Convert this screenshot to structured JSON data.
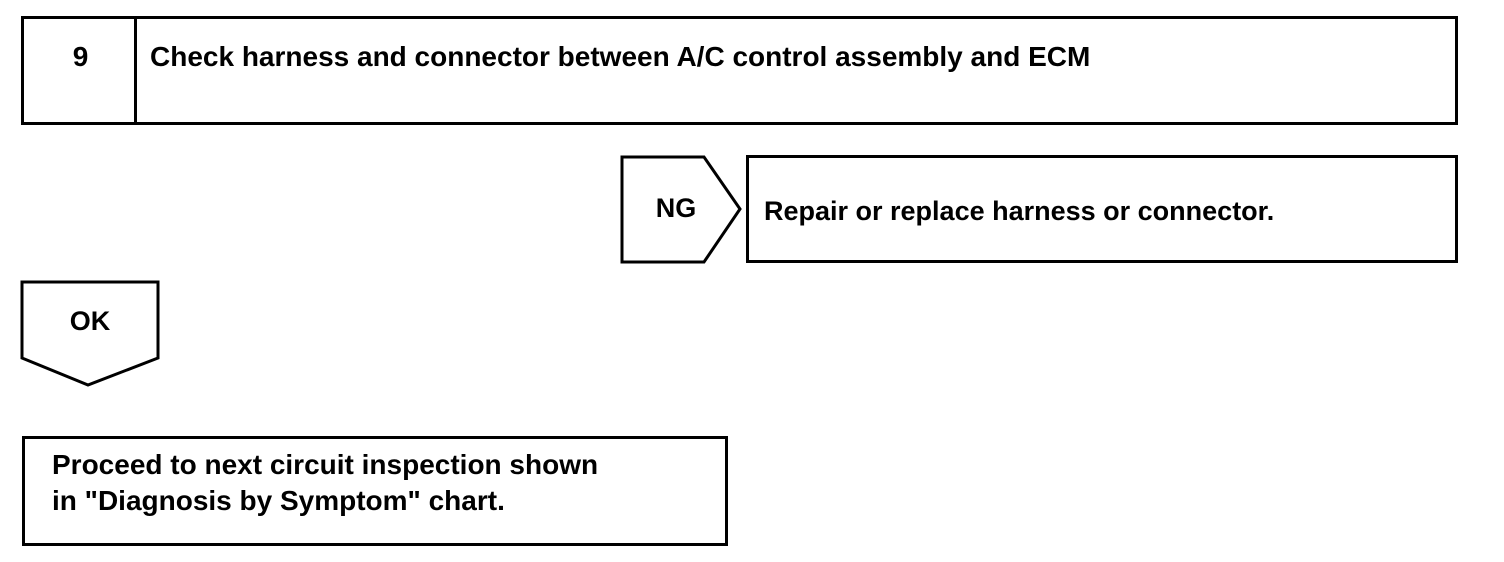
{
  "step": {
    "number": "9",
    "title": "Check harness and connector between A/C control assembly and ECM"
  },
  "ng_branch": {
    "label": "NG",
    "action": "Repair or replace harness or connector."
  },
  "ok_branch": {
    "label": "OK"
  },
  "result": {
    "line1": "Proceed to next circuit inspection shown",
    "line2": "in \"Diagnosis by Symptom\" chart."
  }
}
